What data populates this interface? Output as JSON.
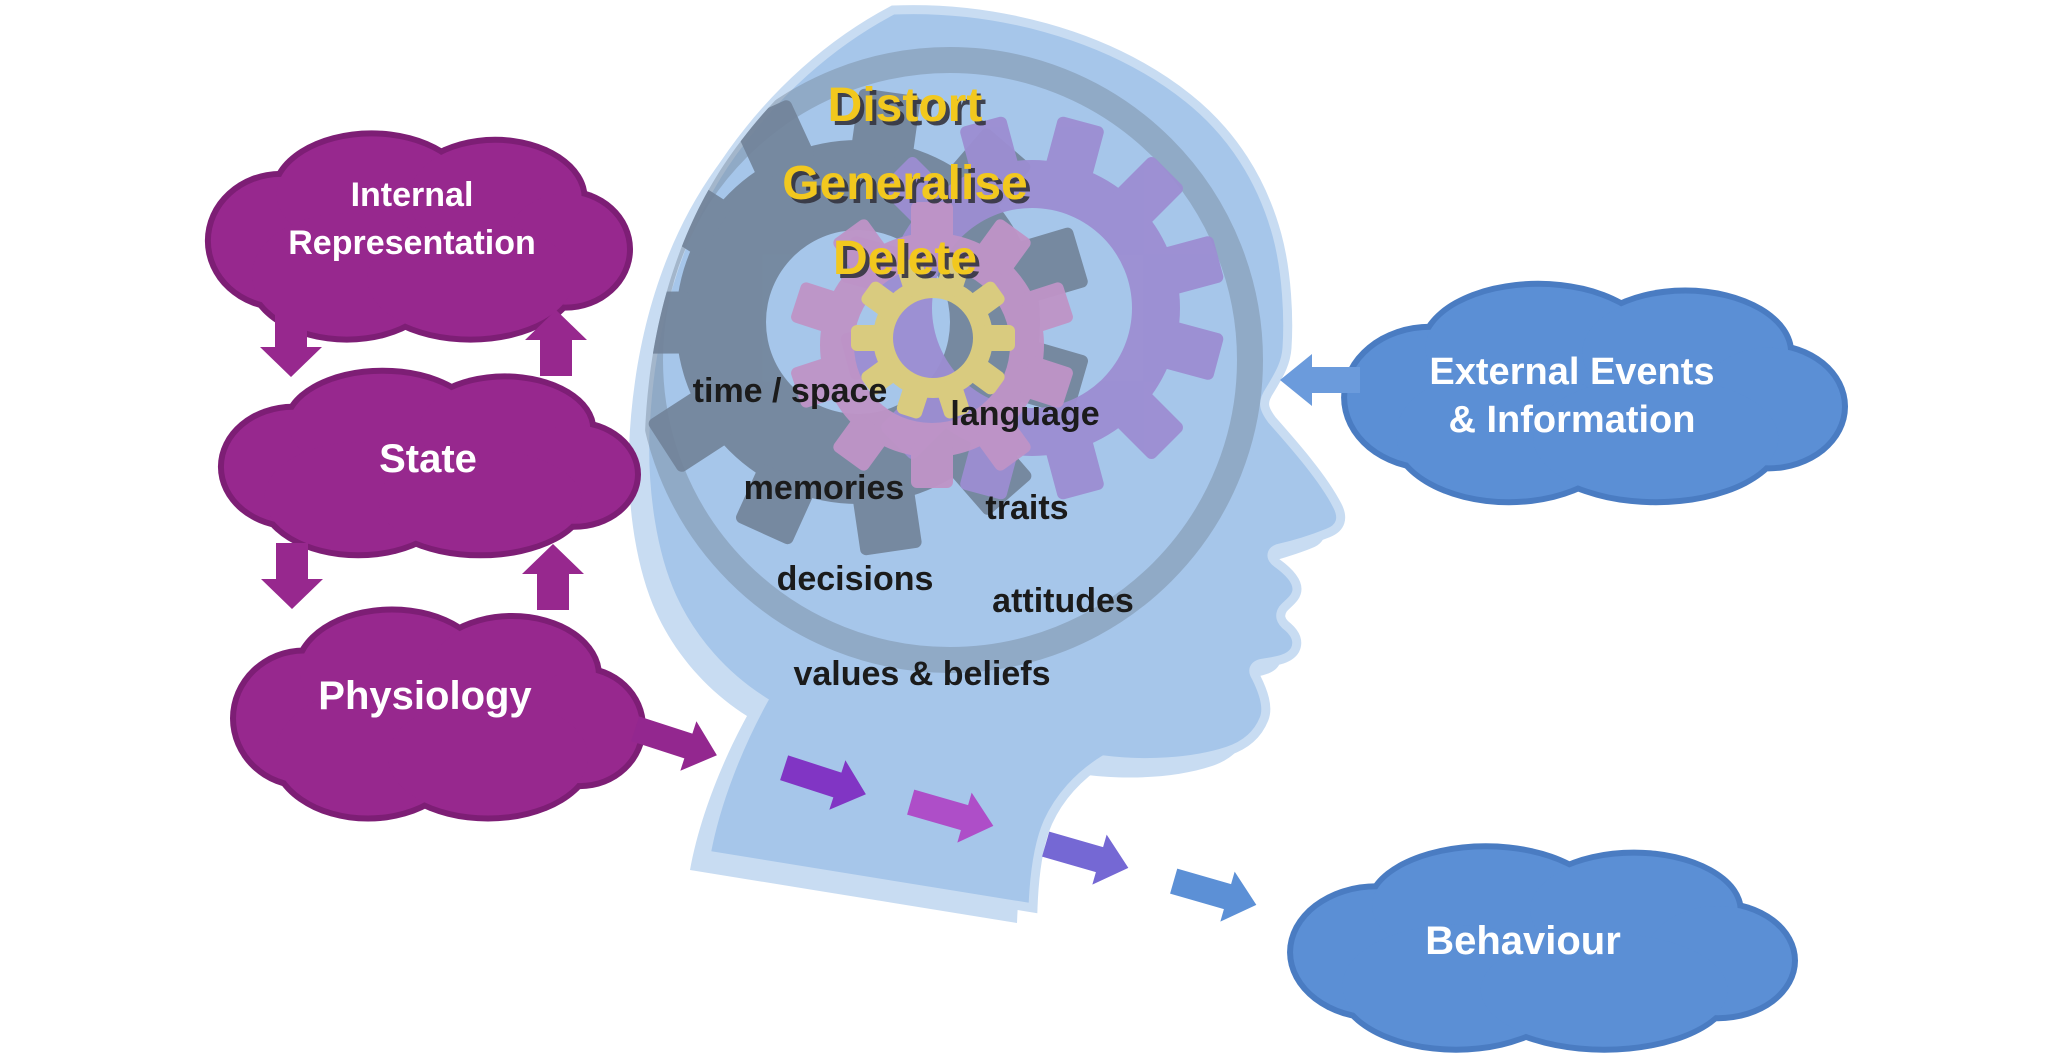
{
  "diagram": {
    "left_chain": {
      "internal_representation_line1": "Internal",
      "internal_representation_line2": "Representation",
      "state": "State",
      "physiology": "Physiology"
    },
    "head": {
      "process_line1": "Distort",
      "process_line2": "Generalise",
      "process_line3": "Delete",
      "filter_time_space": "time / space",
      "filter_language": "language",
      "filter_memories": "memories",
      "filter_traits": "traits",
      "filter_decisions": "decisions",
      "filter_attitudes": "attitudes",
      "filter_values_beliefs": "values & beliefs"
    },
    "right": {
      "external_line1": "External Events",
      "external_line2": "& Information",
      "behaviour": "Behaviour"
    },
    "colors": {
      "purple_cloud": "#97288E",
      "purple_cloud_outline": "#7D1E75",
      "purple_arrow": "#97288E",
      "blue_cloud": "#5B8FD5",
      "blue_cloud_outline": "#4A7CC2",
      "blue_arrow": "#6B9BDC",
      "head_fill": "#A6C6EA",
      "head_outline": "#C8DCF2",
      "gear_ring_gray": "#76879C",
      "gear_gray": "#72849A",
      "gear_violet": "#9C8ED2",
      "gear_mauve": "#BF94C7",
      "gear_yellow": "#D9CB7F",
      "process_text": "#F2C81E",
      "process_text_shadow": "#34343F",
      "filter_text": "#1B1B1B",
      "chain_arrow_1": "#93278F",
      "chain_arrow_2": "#8135C4",
      "chain_arrow_3": "#AE4EC8",
      "chain_arrow_4": "#7568D4",
      "chain_arrow_5": "#5C90D6"
    }
  }
}
